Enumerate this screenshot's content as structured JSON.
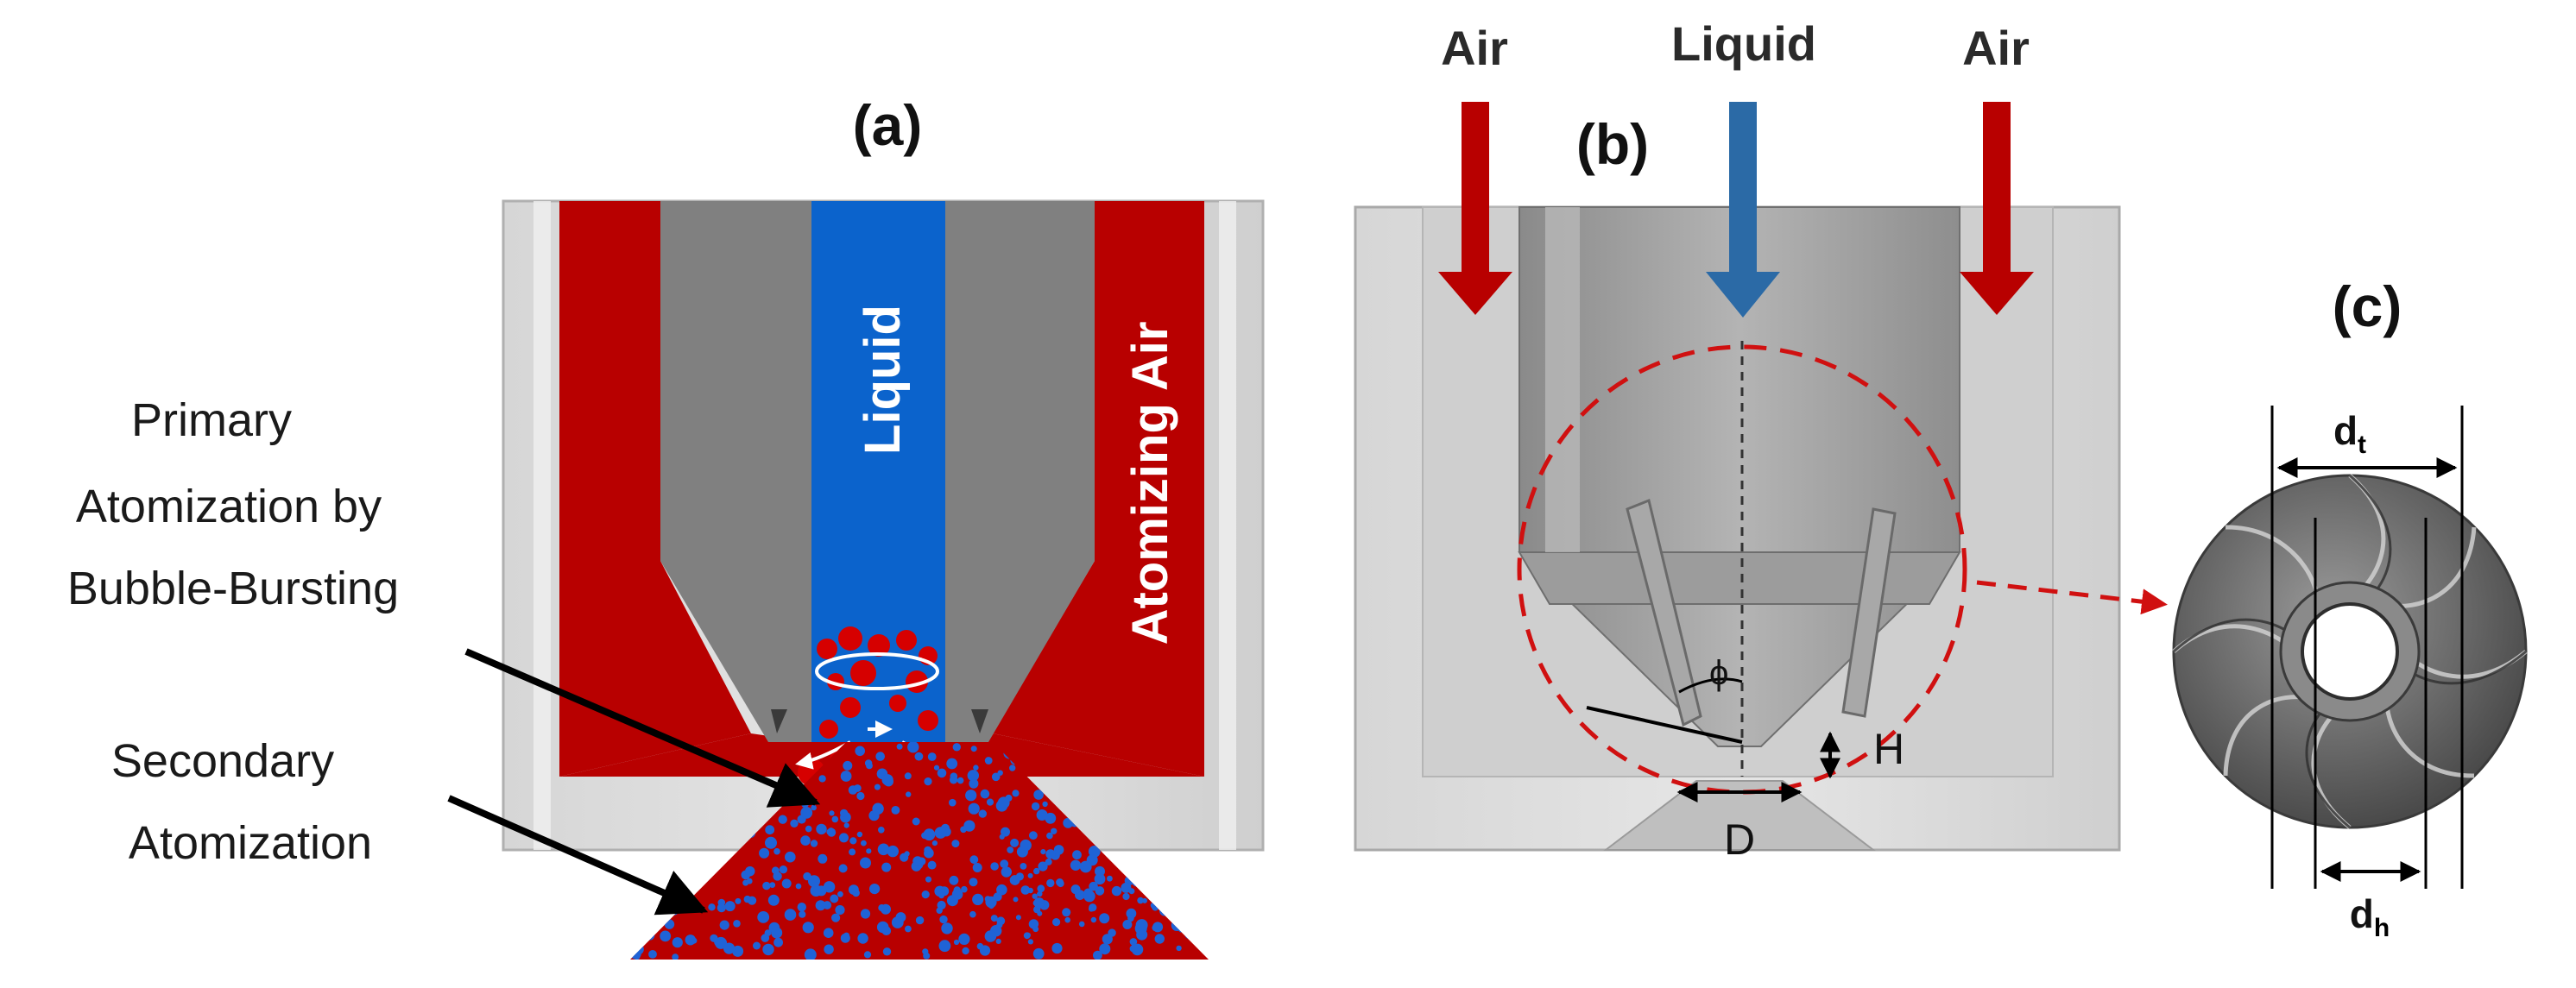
{
  "panels": {
    "a": {
      "label": "(a)"
    },
    "b": {
      "label": "(b)"
    },
    "c": {
      "label": "(c)"
    }
  },
  "panel_a": {
    "liquid_label": "Liquid",
    "air_label": "Atomizing Air",
    "primary_label": [
      "Primary",
      "Atomization by",
      "Bubble-Bursting"
    ],
    "secondary_label": [
      "Secondary",
      "Atomization"
    ]
  },
  "panel_b": {
    "air_left": "Air",
    "liquid": "Liquid",
    "air_right": "Air",
    "angle_symbol": "ϕ",
    "height_label": "H",
    "diameter_label": "D"
  },
  "panel_c": {
    "dt_base": "d",
    "dt_sub": "t",
    "dh_base": "d",
    "dh_sub": "h"
  },
  "colors": {
    "air_red": "#b80000",
    "liquid_blue": "#0b63cc",
    "arrow_blue": "#2b6aa6",
    "nozzle_gray": "#808080",
    "housing_gray": "#c8c8c8",
    "dashed_red": "#d01010"
  }
}
